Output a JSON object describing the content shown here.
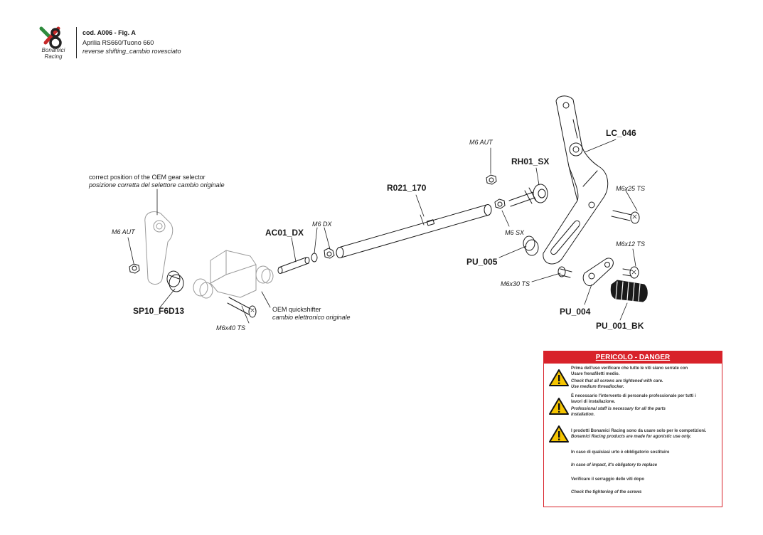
{
  "header": {
    "logo_text_1": "Bonamici",
    "logo_text_2": "Racing",
    "code": "cod. A006 - Fig. A",
    "model": "Aprilia RS660/Tuono 660",
    "description": "reverse shifting_cambio rovesciato"
  },
  "labels": {
    "oem_selector_en": "correct position of the OEM gear selector",
    "oem_selector_it": "posizione corretta del selettore cambio originale",
    "m6_aut_left": "M6 AUT",
    "sp10": "SP10_F6D13",
    "m6x40": "M6x40 TS",
    "oem_qs_en": "OEM quickshifter",
    "oem_qs_it": "cambio elettronico originale",
    "ac01": "AC01_DX",
    "m6_dx": "M6 DX",
    "r021": "R021_170",
    "m6_aut_right": "M6 AUT",
    "rh01": "RH01_SX",
    "m6_sx": "M6 SX",
    "lc046": "LC_046",
    "m6x25": "M6x25 TS",
    "pu005": "PU_005",
    "m6x12": "M6x12 TS",
    "m6x30": "M6x30 TS",
    "pu004": "PU_004",
    "pu001": "PU_001_BK"
  },
  "danger": {
    "title": "PERICOLO - DANGER",
    "lines": [
      "Prima dell'uso verificare che tutte le viti siano serrate con",
      "Usare frenafiletti medio.",
      "Check that all screws are tightened with care.",
      "Use medium threadlocker.",
      "È necessario l'intervento di personale professionale per tutti i",
      "lavori di installazione.",
      "Professional staff is necessary for all the parts",
      "installation.",
      "I prodotti Bonamici Racing sono da usare solo per le competizioni.",
      "Bonamici Racing products are made for agonistic use only.",
      "In caso di qualsiasi urto è obbligatorio sostituire",
      "In case of impact, it's obligatory to replace",
      "Verificare il serraggio delle viti dopo",
      "Check the tightening of the screws"
    ]
  },
  "colors": {
    "danger_red": "#d8222a",
    "logo_green": "#2e8b3d",
    "logo_red": "#c62828",
    "line": "#1a1a1a"
  }
}
